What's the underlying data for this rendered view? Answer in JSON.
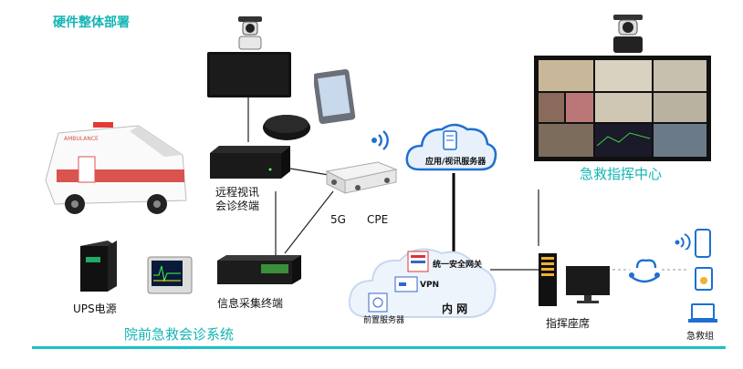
{
  "titles": {
    "top_left": "硬件整体部署",
    "bottom": "院前急救会诊系统",
    "center": "急救指挥中心"
  },
  "labels": {
    "video_terminal_line1": "远程视讯",
    "video_terminal_line2": "会诊终端",
    "five_g": "5G",
    "cpe": "CPE",
    "ups": "UPS电源",
    "info_terminal": "信息采集终端",
    "app_server": "应用/视讯服务器",
    "security_gateway": "统一安全网关",
    "vpn": "VPN",
    "intranet": "内 网",
    "front_server": "前置服务器",
    "dispatch_seat": "指挥座席",
    "rescue_group": "急救组"
  },
  "ambulance_text": "AMBULANCE",
  "colors": {
    "accent": "#12b4b4",
    "bar": "#19c2c8",
    "cloud_blue": "#1e6fd0"
  },
  "icons": [
    "ambulance-icon",
    "camera-icon",
    "tv-screen-icon",
    "tablet-icon",
    "speaker-icon",
    "video-terminal-icon",
    "cpe-router-icon",
    "wifi-signal-icon",
    "cloud-server-icon",
    "ups-icon",
    "monitor-device-icon",
    "info-terminal-icon",
    "intranet-cloud-icon",
    "gateway-icon",
    "server-icon",
    "tower-server-icon",
    "desktop-monitor-icon",
    "share-icon",
    "phone-icon",
    "pad-icon",
    "laptop-icon",
    "video-wall-icon"
  ]
}
